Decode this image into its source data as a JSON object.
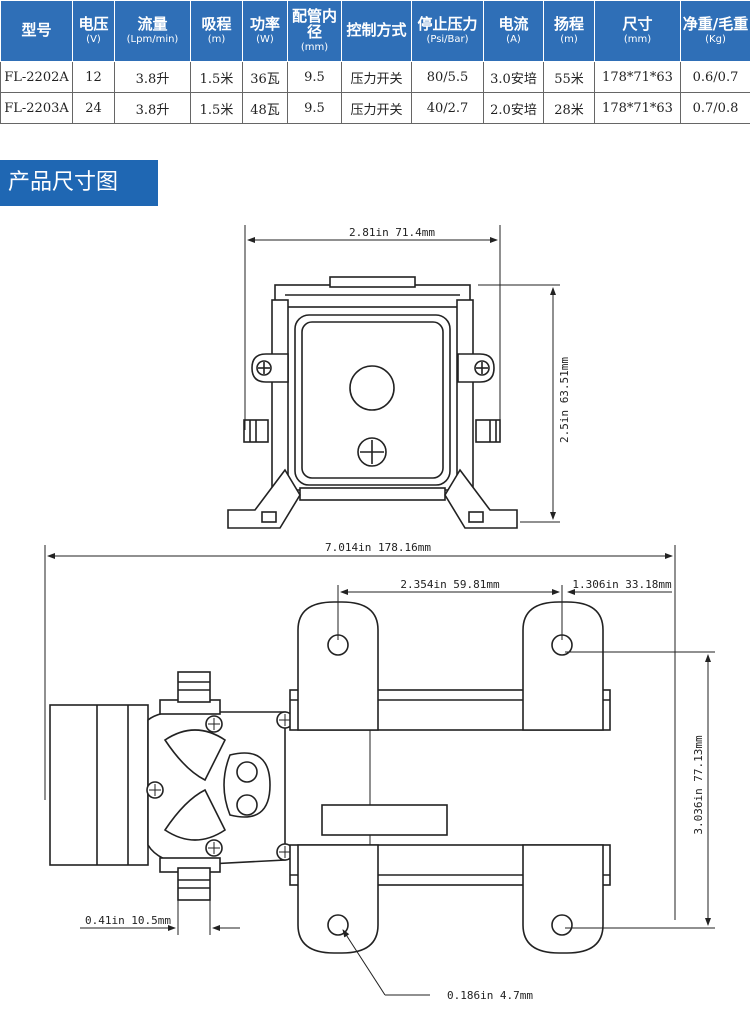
{
  "table": {
    "headers": [
      {
        "title": "型号",
        "unit": ""
      },
      {
        "title": "电压",
        "unit": "(V)"
      },
      {
        "title": "流量",
        "unit": "(Lpm/min)"
      },
      {
        "title": "吸程",
        "unit": "(m)"
      },
      {
        "title": "功率",
        "unit": "(W)"
      },
      {
        "title": "配管内径",
        "unit": "(mm)"
      },
      {
        "title": "控制方式",
        "unit": ""
      },
      {
        "title": "停止压力",
        "unit": "(Psi/Bar)"
      },
      {
        "title": "电流",
        "unit": "(A)"
      },
      {
        "title": "扬程",
        "unit": "(m)"
      },
      {
        "title": "尺寸",
        "unit": "(mm)"
      },
      {
        "title": "净重/毛重",
        "unit": "(Kg)"
      }
    ],
    "rows": [
      [
        "FL-2202A",
        "12",
        "3.8升",
        "1.5米",
        "36瓦",
        "9.5",
        "压力开关",
        "80/5.5",
        "3.0安培",
        "55米",
        "178*71*63",
        "0.6/0.7"
      ],
      [
        "FL-2203A",
        "24",
        "3.8升",
        "1.5米",
        "48瓦",
        "9.5",
        "压力开关",
        "40/2.7",
        "2.0安培",
        "28米",
        "178*71*63",
        "0.7/0.8"
      ]
    ]
  },
  "section_title": "产品尺寸图",
  "dimensions": {
    "top_width": "2.81in 71.4mm",
    "top_height": "2.5in 63.51mm",
    "total_length": "7.014in 178.16mm",
    "hole_spacing": "2.354in 59.81mm",
    "hole_to_end": "1.306in 33.18mm",
    "mount_width": "3.036in 77.13mm",
    "inlet_dia": "0.41in 10.5mm",
    "hole_dia": "0.186in 4.7mm"
  },
  "colors": {
    "header_bg": "#2f6fb7",
    "banner_bg": "#1f67b3"
  }
}
